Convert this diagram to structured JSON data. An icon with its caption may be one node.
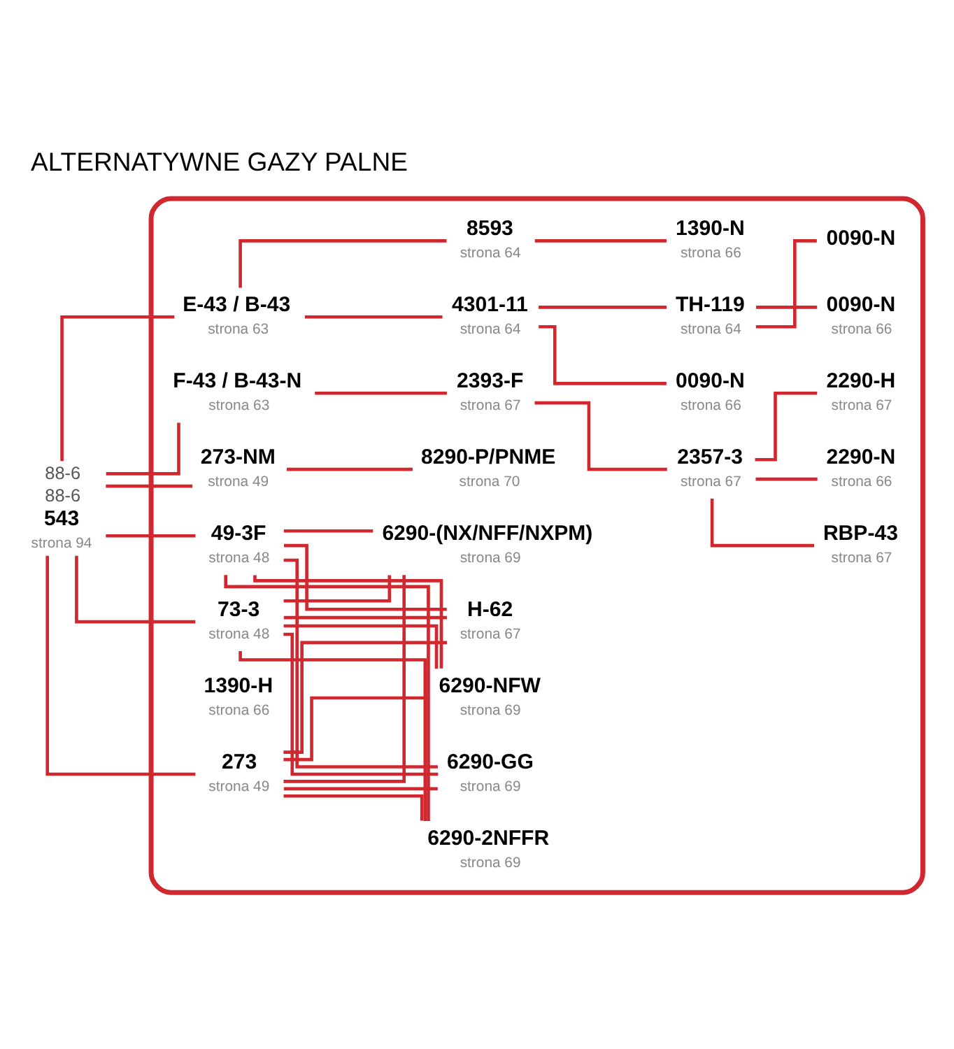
{
  "diagram": {
    "title": "ALTERNATYWNE GAZY PALNE",
    "nodes": [
      {
        "text": [
          "88-6",
          "88-6",
          "543",
          "strona 94"
        ]
      },
      {
        "text": [],
        "shape": "box"
      },
      {
        "text": [
          "273-NM",
          "strona 49"
        ],
        "in": 1
      },
      {
        "text": [
          "8290-P/PNME",
          "strona 70"
        ],
        "in": 1
      },
      {
        "text": [
          "73-3",
          "strona 48"
        ],
        "in": 1
      },
      {
        "text": [
          "273",
          "strona 49"
        ],
        "in": 1
      },
      {
        "text": [
          "49-3F",
          "strona 48"
        ],
        "in": 1
      },
      {
        "text": [
          "6290-(NX/NFF/NXPM)",
          "strona 69"
        ],
        "in": 1
      },
      {
        "text": [
          "6290-2NFFR",
          "strona 69"
        ],
        "in": 1
      },
      {
        "text": [
          "6290-GG",
          "strona 69"
        ],
        "in": 1
      },
      {
        "text": [
          "6290-NFW",
          "strona 69"
        ],
        "in": 1
      },
      {
        "text": [
          "H-62",
          "strona 67"
        ],
        "in": 1
      },
      {
        "text": [
          "E-43 / B-43",
          "strona 63"
        ],
        "in": 1
      },
      {
        "text": [
          "8593",
          "strona 64"
        ],
        "in": 1
      },
      {
        "text": [
          "1390-N",
          "strona 66"
        ],
        "in": 1
      },
      {
        "text": [
          "1390-H",
          "strona 66"
        ],
        "in": 1
      },
      {
        "text": [
          "4301-11",
          "strona 64"
        ],
        "in": 1
      },
      {
        "text": [
          "TH-119",
          "strona 64"
        ],
        "in": 1
      },
      {
        "text": [
          "0090-N"
        ],
        "in": 1
      },
      {
        "text": [
          "0090-N",
          "strona 66"
        ],
        "in": 1
      },
      {
        "text": [
          "0090-N",
          "strona 66"
        ],
        "in": 1
      },
      {
        "text": [
          "F-43 / B-43-N",
          "strona 63"
        ],
        "in": 1
      },
      {
        "text": [
          "2393-F",
          "strona 67"
        ],
        "in": 1
      },
      {
        "text": [
          "2357-3",
          "strona 67"
        ],
        "in": 1
      },
      {
        "text": [
          "RBP-43",
          "strona 67"
        ],
        "in": 1
      },
      {
        "text": [
          "2290-N",
          "strona 66"
        ],
        "in": 1
      },
      {
        "text": [
          "2290-H",
          "strona 67"
        ],
        "in": 1
      }
    ],
    "edges": [
      {
        "from": 0,
        "to": 2,
        "arrow": "none"
      },
      {
        "from": 0,
        "to": 4,
        "arrow": "none"
      },
      {
        "from": 0,
        "to": 5,
        "arrow": "none"
      },
      {
        "from": 0,
        "to": 6,
        "arrow": "none"
      },
      {
        "from": 0,
        "to": 12,
        "arrow": "none"
      },
      {
        "from": 0,
        "to": 21,
        "arrow": "none"
      },
      {
        "from": 2,
        "to": 3,
        "arrow": "none"
      },
      {
        "from": 4,
        "to": 7,
        "arrow": "none"
      },
      {
        "from": 4,
        "to": 8,
        "arrow": "none"
      },
      {
        "from": 4,
        "to": 9,
        "arrow": "none"
      },
      {
        "from": 4,
        "to": 10,
        "arrow": "none"
      },
      {
        "from": 4,
        "to": 11,
        "arrow": "none"
      },
      {
        "from": 5,
        "to": 7,
        "arrow": "none"
      },
      {
        "from": 5,
        "to": 8,
        "arrow": "none"
      },
      {
        "from": 5,
        "to": 9,
        "arrow": "none"
      },
      {
        "from": 5,
        "to": 10,
        "arrow": "none"
      },
      {
        "from": 5,
        "to": 11,
        "arrow": "none"
      },
      {
        "from": 6,
        "to": 7,
        "arrow": "none"
      },
      {
        "from": 6,
        "to": 8,
        "arrow": "none"
      },
      {
        "from": 6,
        "to": 9,
        "arrow": "none"
      },
      {
        "from": 6,
        "to": 10,
        "arrow": "none"
      },
      {
        "from": 6,
        "to": 11,
        "arrow": "none"
      },
      {
        "from": 12,
        "to": 13,
        "arrow": "none"
      },
      {
        "from": 12,
        "to": 16,
        "arrow": "none"
      },
      {
        "from": 13,
        "to": 14,
        "arrow": "none"
      },
      {
        "from": 16,
        "to": 17,
        "arrow": "none"
      },
      {
        "from": 16,
        "to": 20,
        "arrow": "none"
      },
      {
        "from": 17,
        "to": 18,
        "arrow": "none"
      },
      {
        "from": 17,
        "to": 19,
        "arrow": "none"
      },
      {
        "from": 21,
        "to": 22,
        "arrow": "none"
      },
      {
        "from": 22,
        "to": 23,
        "arrow": "none"
      },
      {
        "from": 23,
        "to": 24,
        "arrow": "none"
      },
      {
        "from": 23,
        "to": 25,
        "arrow": "none"
      },
      {
        "from": 23,
        "to": 26,
        "arrow": "none"
      }
    ]
  }
}
